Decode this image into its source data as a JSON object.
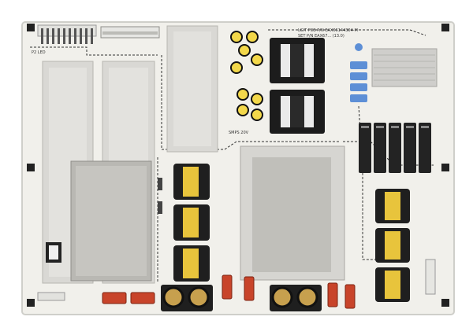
{
  "image": {
    "subject": "power-supply-circuit-board",
    "colors": {
      "background": "#ffffff",
      "board": "#f1f0eb",
      "heatsink": "#d9d8d4",
      "heatsink_shadow": "#b7b6b1",
      "transformer_black": "#1c1c1c",
      "transformer_yellow": "#e8c43c",
      "capacitor_dark": "#232323",
      "fuse_red": "#c8442a",
      "copper_ring": "#c7a04e",
      "blue_component": "#5d8fd6"
    },
    "silkscreen": {
      "top_right_text": "LGIT PCB P/N EAX66144304-M",
      "top_right_text_2": "SET P/N EAX67... (13.0)",
      "left_label": "P2 LED",
      "mid_label": "SMPS 20V"
    }
  }
}
